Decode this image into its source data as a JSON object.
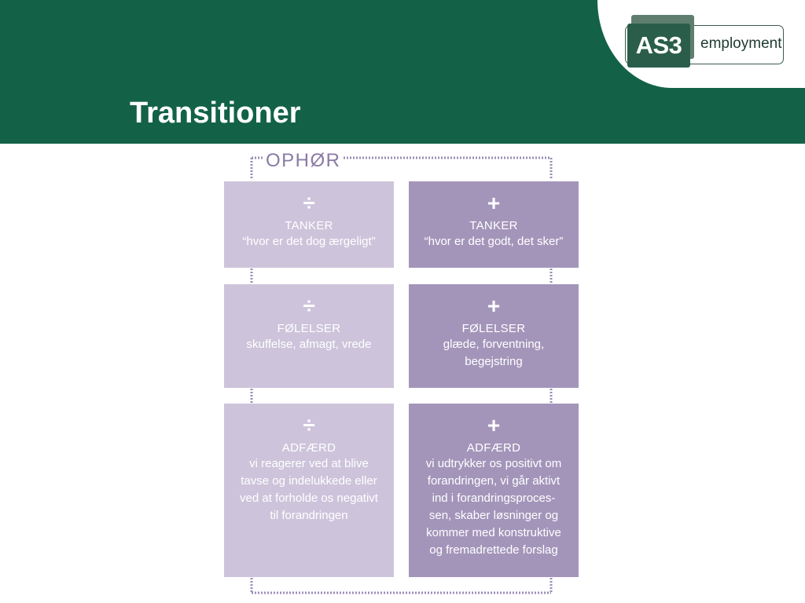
{
  "header": {
    "title": "Transitioner",
    "logo": {
      "mark": "AS3",
      "word": "employment"
    }
  },
  "diagram": {
    "heading": "OPHØR",
    "colors": {
      "negative": "#cdc4db",
      "positive": "#a395ba",
      "dots": "#9a8db5",
      "heading": "#8a7aa6"
    },
    "rows": [
      {
        "negative": {
          "sign": "÷",
          "label": "TANKER",
          "text": "“hvor er det dog ærgeligt”"
        },
        "positive": {
          "sign": "+",
          "label": "TANKER",
          "text": "“hvor er det godt, det sker”"
        }
      },
      {
        "negative": {
          "sign": "÷",
          "label": "FØLELSER",
          "text": "skuffelse, afmagt, vrede"
        },
        "positive": {
          "sign": "+",
          "label": "FØLELSER",
          "text": "glæde, forventning,\nbegejstring"
        }
      },
      {
        "negative": {
          "sign": "÷",
          "label": "ADFÆRD",
          "text": "vi reagerer ved at blive\ntavse og indelukkede eller\nved at forholde os negativt\ntil forandringen"
        },
        "positive": {
          "sign": "+",
          "label": "ADFÆRD",
          "text": "vi udtrykker os positivt om\nforandringen, vi går aktivt\nind i forandringsproces-\nsen, skaber løsninger og\nkommer med konstruktive\nog fremadrettede forslag"
        }
      }
    ]
  }
}
